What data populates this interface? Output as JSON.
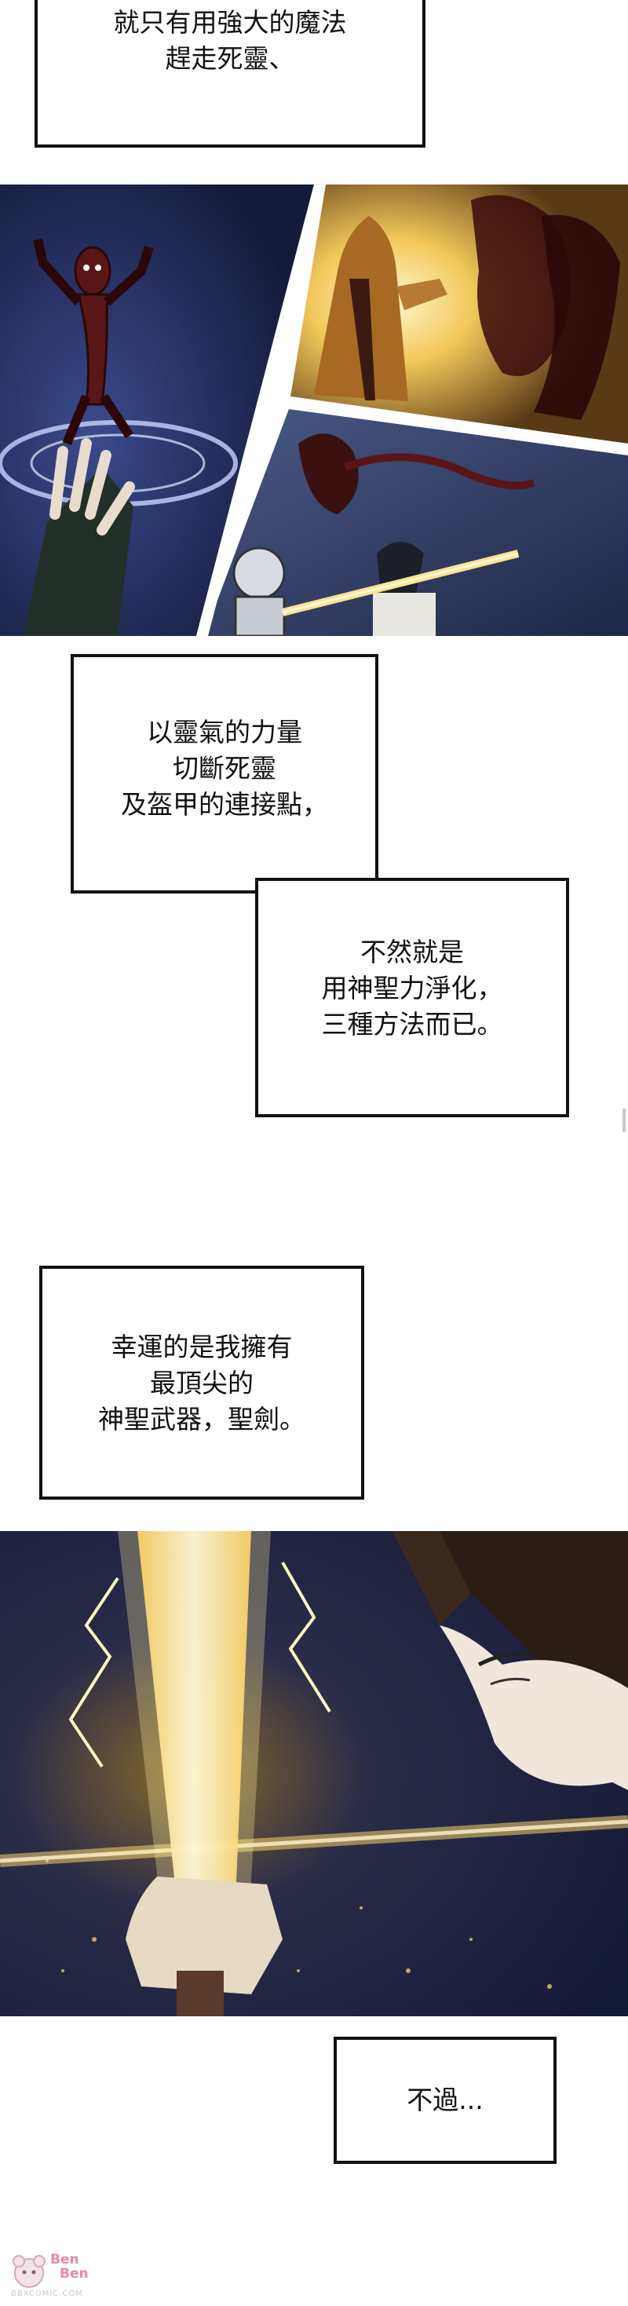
{
  "bubbles": {
    "top_line1": "就只有用強大的魔法",
    "top_line2": "趕走死靈、",
    "spirit_line1": "以靈氣的力量",
    "spirit_line2": "切斷死靈",
    "spirit_line3": "及盔甲的連接點，",
    "holy_line1": "不然就是",
    "holy_line2": "用神聖力淨化，",
    "holy_line3": "三種方法而已。",
    "luck_line1": "幸運的是我擁有",
    "luck_line2": "最頂尖的",
    "luck_line3": "神聖武器，聖劍。",
    "however": "不過..."
  },
  "watermark": {
    "brand_top": "Ben",
    "brand_bottom": "Ben",
    "site": "BBXCOMIC.COM"
  },
  "colors": {
    "ink": "#111111",
    "night_blue": "#1d2550",
    "holy_gold": "#f6d36a",
    "wraith_red": "#6b1a1a",
    "watermark_pink": "#e88aa0"
  }
}
